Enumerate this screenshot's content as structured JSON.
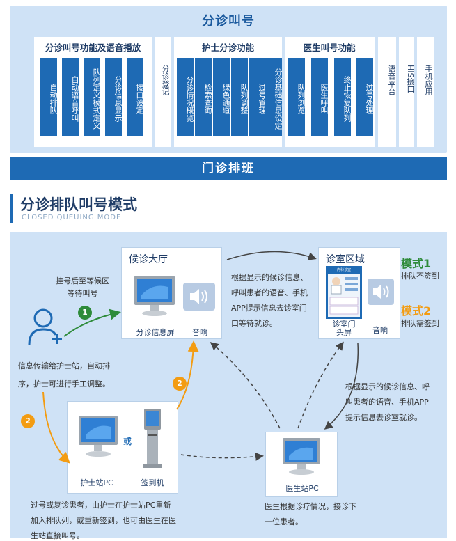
{
  "top": {
    "title": "分诊叫号",
    "groups": [
      {
        "title": "分诊叫号功能及语音播放",
        "items": [
          "自动排队",
          "自动语音呼叫",
          "队列定义模式定义",
          "分诊信息显示",
          "接口设定"
        ]
      },
      {
        "title": "护士分诊功能",
        "items": [
          "分诊情况概览",
          "检索查询",
          "绿色通道",
          "队列调整",
          "过号管理",
          "分诊基础信息设定"
        ]
      },
      {
        "title": "医生叫号功能",
        "items": [
          "队列浏览",
          "医生呼叫",
          "终止恢复队列",
          "过号处理"
        ]
      }
    ],
    "standalone": {
      "registration": "分诊登记",
      "voice_platform": "语音平台",
      "his_interface": "HIS接口",
      "mobile_app": "手机应用"
    }
  },
  "banner": "门诊排班",
  "section": {
    "title": "分诊排队叫号模式",
    "subtitle": "CLOSED QUEUING MODE"
  },
  "flow": {
    "waiting_hall": {
      "title": "候诊大厅",
      "screen_label": "分诊信息屏",
      "speaker_label": "音响"
    },
    "clinic_area": {
      "title": "诊室区域",
      "door_screen_label": "诊室门头屏",
      "speaker_label": "音响",
      "screen_header": "内科诊室"
    },
    "nurse_station": {
      "pc_label": "护士站PC",
      "or_label": "或",
      "kiosk_label": "签到机"
    },
    "doctor_station": {
      "pc_label": "医生站PC"
    },
    "mode1": {
      "title": "模式1",
      "desc": "排队不签到",
      "color": "#2e8b3a"
    },
    "mode2": {
      "title": "模式2",
      "desc": "排队需签到",
      "color": "#f39c12"
    },
    "notes": {
      "register": "挂号后至等候区\n等待叫号",
      "to_nurse": "信息传输给护士站，自动排\n序，护士可进行手工调整。",
      "hall_display": "根据显示的候诊信息、\n呼叫患者的语音、手机\nAPP提示信息去诊室门\n口等待就诊。",
      "clinic_display": "根据显示的候诊信息、呼\n叫患者的语音、手机APP\n提示信息去诊室就诊。",
      "missed": "过号或复诊患者，由护士在护士站PC重新\n加入排队列，或重新签到，也可由医生在医\n生站直接叫号。",
      "doctor_next": "医生根据诊疗情况，接诊下\n一位患者。"
    },
    "steps": {
      "one": "1",
      "two": "2"
    }
  },
  "colors": {
    "primary": "#1e6ab4",
    "panel": "#cfe2f6",
    "green": "#2e8b3a",
    "orange": "#f39c12"
  }
}
